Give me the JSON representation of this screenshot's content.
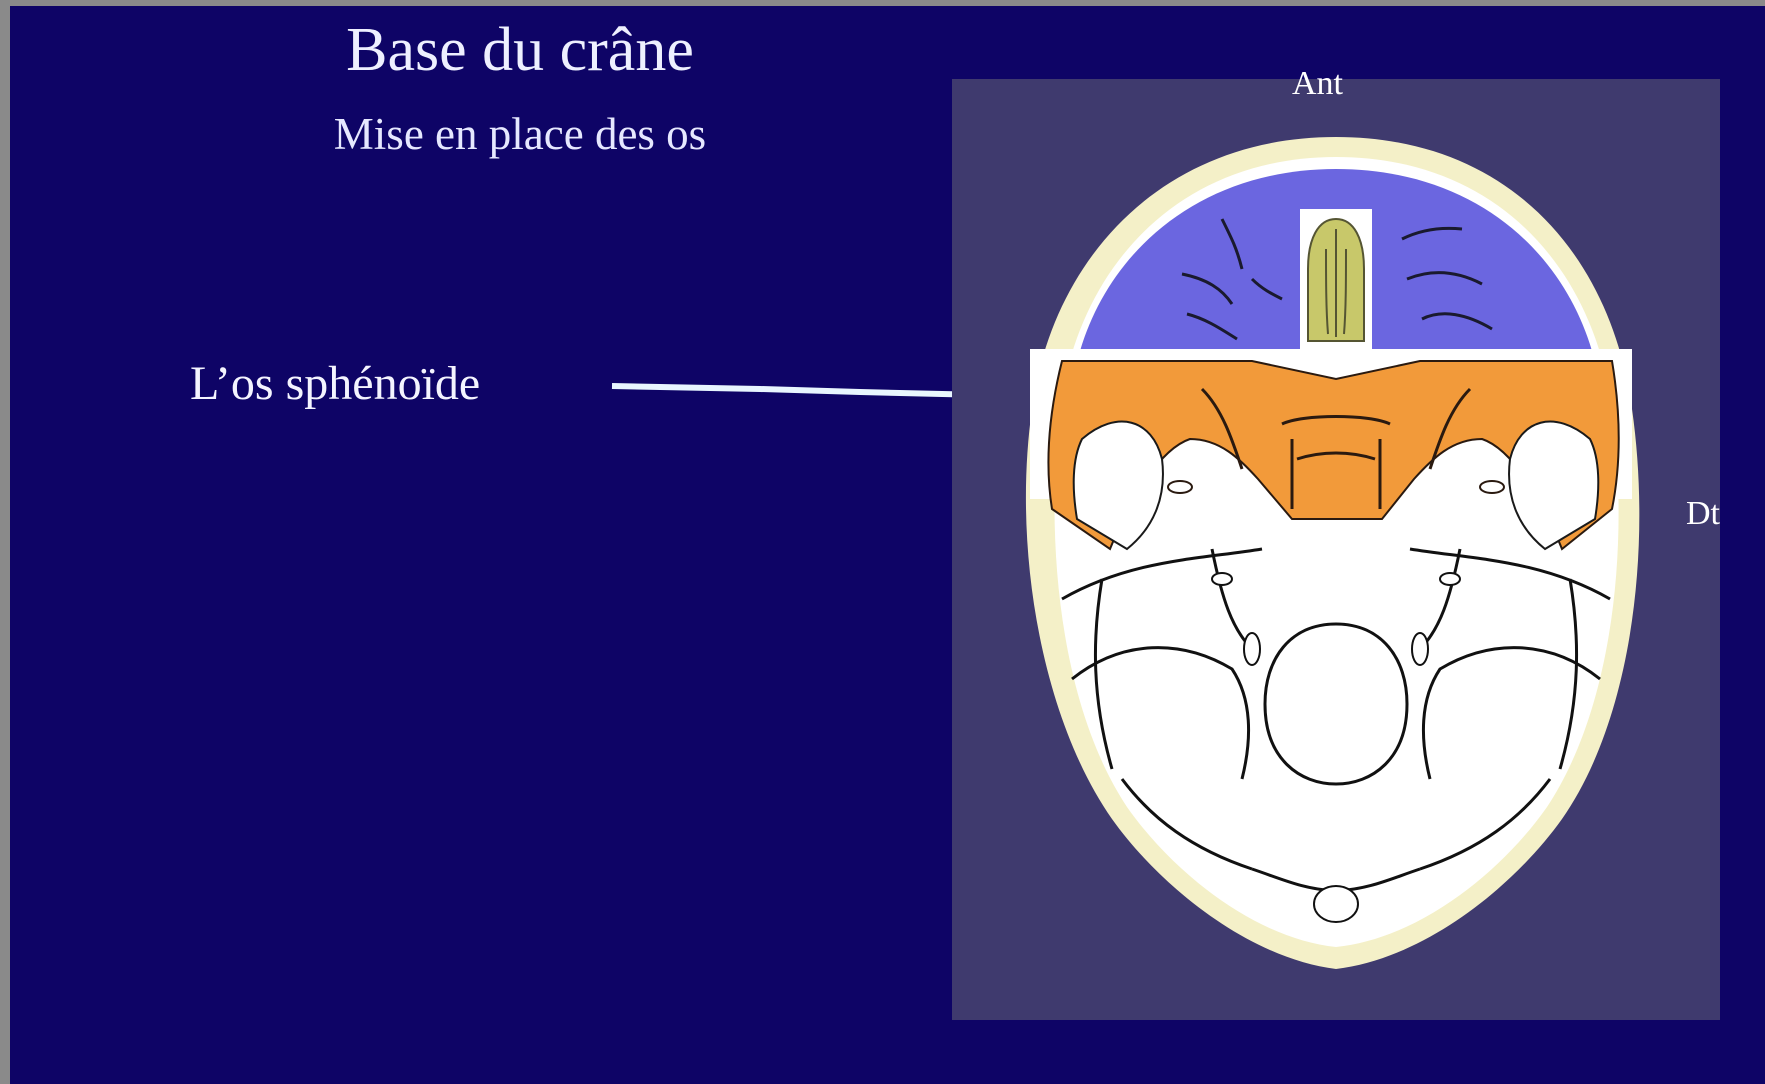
{
  "slide": {
    "title": "Base du crâne",
    "subtitle": "Mise en place des os",
    "bone_label": "L’os sphénoïde",
    "orientation_anterior": "Ant",
    "orientation_right": "Dt"
  },
  "colors": {
    "background": "#0e0466",
    "panel": "#3f3a6e",
    "frontal_bone": "#6b66e0",
    "sphenoid_bone": "#f29a3a",
    "ethmoid_bone": "#c8c86a",
    "skull_rim": "#f4f0c8",
    "arrow": "#e8f6ff"
  }
}
